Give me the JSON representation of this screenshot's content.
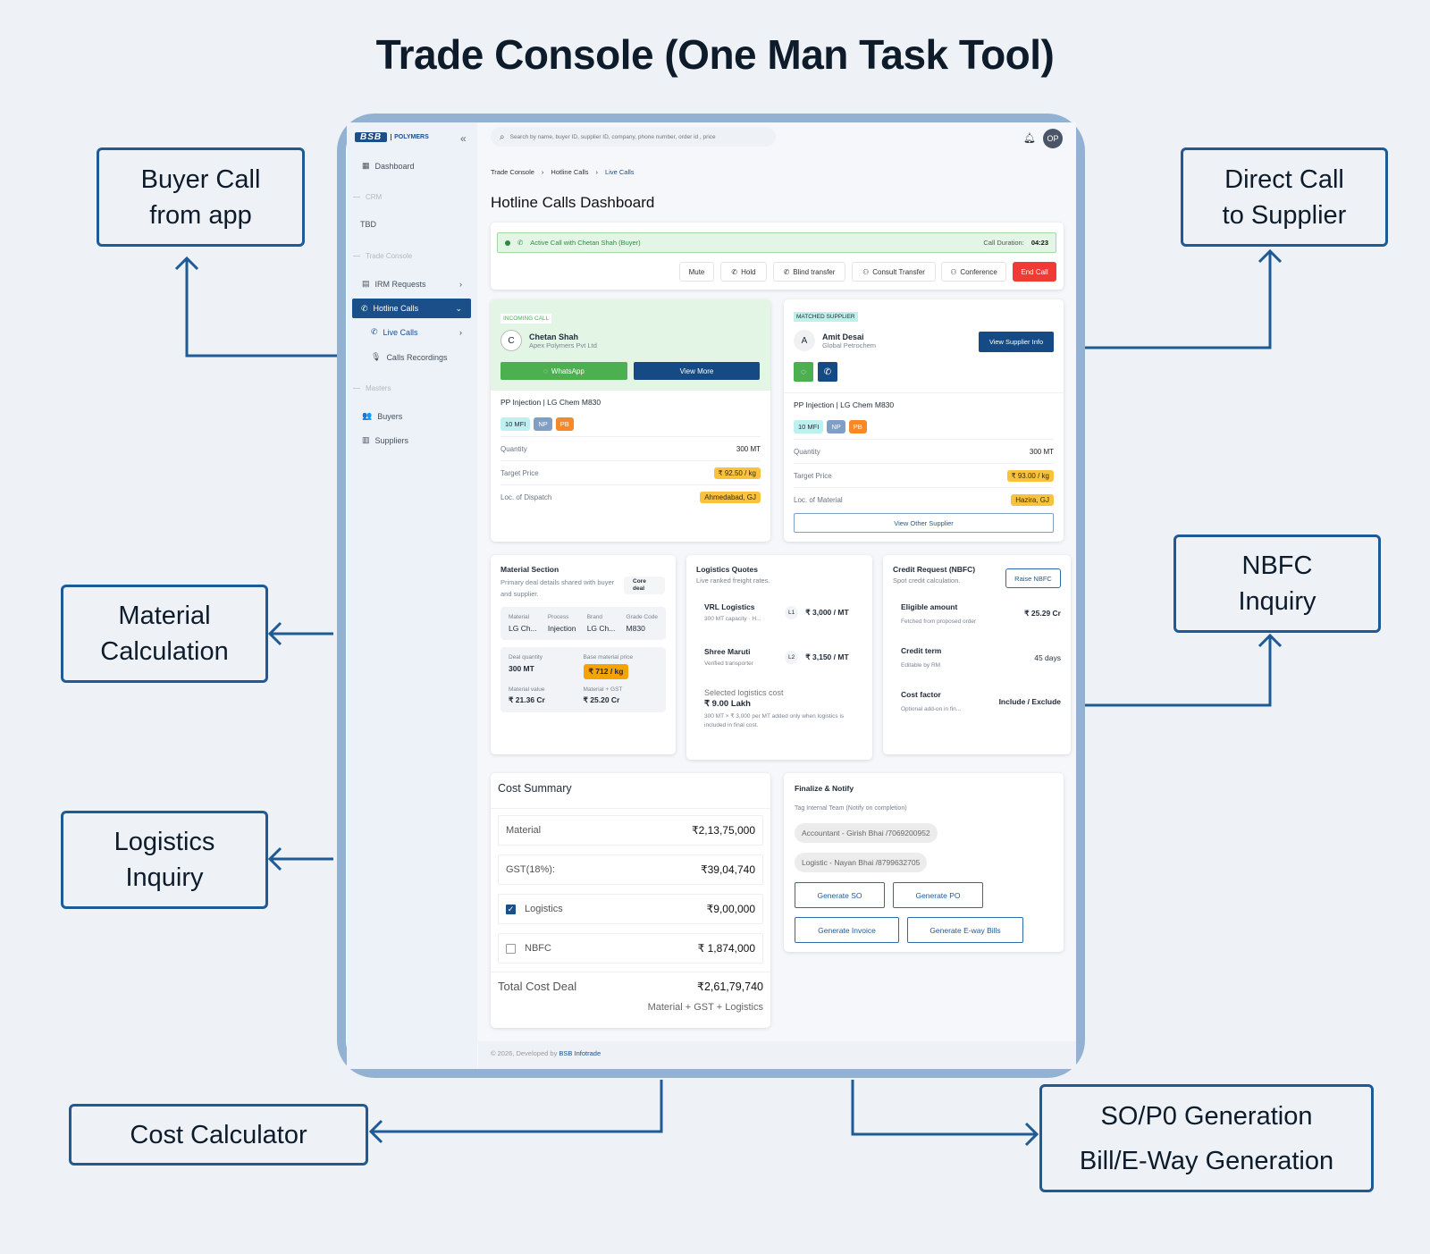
{
  "title": "Trade Console (One Man Task Tool)",
  "annotations": {
    "buyer_call": [
      "Buyer Call",
      "from app"
    ],
    "direct_call": [
      "Direct Call",
      "to Supplier"
    ],
    "material_calc": [
      "Material",
      "Calculation"
    ],
    "nbfc": [
      "NBFC",
      "Inquiry"
    ],
    "logistics": [
      "Logistics",
      "Inquiry"
    ],
    "cost_calc": "Cost Calculator",
    "so_po": [
      "SO/P0 Generation",
      "Bill/E-Way Generation"
    ]
  },
  "colors": {
    "accent": "#1a4f8a",
    "annotation": "#1e5a96",
    "frame": "#93b2d2",
    "success": "#4caf50",
    "danger": "#ef3b33",
    "highlight": "#f9c23c"
  },
  "sidebar": {
    "logo_text": "BSB",
    "logo_sub": "POLYMERS",
    "dashboard": "Dashboard",
    "crm": "CRM",
    "tbd": "TBD",
    "trade_console": "Trade Console",
    "irm": "IRM Requests",
    "hotline": "Hotline Calls",
    "live": "Live Calls",
    "recordings": "Calls Recordings",
    "masters": "Masters",
    "buyers": "Buyers",
    "suppliers": "Suppliers"
  },
  "header": {
    "search_placeholder": "Search by name, buyer ID, supplier ID, company, phone number, order id , price",
    "avatar": "OP"
  },
  "breadcrumb": [
    "Trade Console",
    "Hotline Calls",
    "Live Calls"
  ],
  "page_title": "Hotline Calls Dashboard",
  "call": {
    "status": "Active Call with Chetan Shah (Buyer)",
    "duration_label": "Call Duration:",
    "duration": "04:23",
    "buttons": {
      "mute": "Mute",
      "hold": "Hold",
      "blind": "Blind transfer",
      "consult": "Consult Transfer",
      "conference": "Conference",
      "end": "End Call"
    }
  },
  "buyer": {
    "label": "INCOMING CALL",
    "initial": "C",
    "name": "Chetan  Shah",
    "company": "Apex Polymers Pvt Ltd",
    "whatsapp": "WhatsApp",
    "view_more": "View More",
    "product": "PP Injection | LG Chem M830",
    "tags": [
      "10 MFI",
      "NP",
      "PB"
    ],
    "rows": [
      {
        "label": "Quantity",
        "value": "300 MT"
      },
      {
        "label": "Target Price",
        "value": "₹ 92.50 / kg"
      },
      {
        "label": "Loc. of Dispatch",
        "value": "Ahmedabad, GJ"
      }
    ]
  },
  "supplier": {
    "label": "MATCHED SUPPLIER",
    "initial": "A",
    "name": "Amit Desai",
    "company": "Global Petrochem",
    "view_info": "View Supplier Info",
    "product": "PP Injection | LG Chem M830",
    "tags": [
      "10 MFI",
      "NP",
      "PB"
    ],
    "rows": [
      {
        "label": "Quantity",
        "value": "300 MT"
      },
      {
        "label": "Target Price",
        "value": "₹ 93.00 / kg"
      },
      {
        "label": "Loc. of Material",
        "value": "Hazira, GJ"
      }
    ],
    "view_other": "View Other Supplier"
  },
  "material": {
    "title": "Material Section",
    "desc": "Primary deal details shared with buyer and supplier.",
    "badge": "Core deal",
    "cols": [
      {
        "label": "Material",
        "value": "LG Ch..."
      },
      {
        "label": "Process",
        "value": "Injection"
      },
      {
        "label": "Brand",
        "value": "LG Ch..."
      },
      {
        "label": "Grade Code",
        "value": "M830"
      }
    ],
    "deal_qty_label": "Deal quantity",
    "deal_qty": "300 MT",
    "base_label": "Base material price",
    "base": "₹ 712 / kg",
    "value_label": "Material value",
    "value": "₹ 21.36 Cr",
    "gst_label": "Material + GST",
    "gst": "₹ 25.20 Cr"
  },
  "logistics": {
    "title": "Logistics Quotes",
    "desc": "Live ranked freight rates.",
    "quotes": [
      {
        "name": "VRL Logistics",
        "sub": "300 MT capacity · H...",
        "rank": "L1",
        "price": "₹ 3,000 / MT"
      },
      {
        "name": "Shree Maruti",
        "sub": "Verified transporter",
        "rank": "L2",
        "price": "₹ 3,150 / MT"
      }
    ],
    "selected_label": "Selected logistics cost",
    "selected": "₹ 9.00 Lakh",
    "note": "300 MT × ₹ 3,000 per MT added only when logistics is included in final cost."
  },
  "credit": {
    "title": "Credit Request (NBFC)",
    "desc": "Spot credit calculation.",
    "raise": "Raise NBFC",
    "rows": [
      {
        "label": "Eligible amount",
        "sub": "Fetched from proposed order",
        "value": "₹ 25.29 Cr"
      },
      {
        "label": "Credit term",
        "sub": "Editable by RM",
        "value": "45 days"
      },
      {
        "label": "Cost factor",
        "sub": "Optional add-on in fin...",
        "value": "Include / Exclude"
      }
    ]
  },
  "cost": {
    "title": "Cost Summary",
    "rows": [
      {
        "label": "Material",
        "value": "₹2,13,75,000"
      },
      {
        "label": "GST(18%):",
        "value": "₹39,04,740"
      },
      {
        "label": "Logistics",
        "value": "₹9,00,000",
        "checked": true
      },
      {
        "label": "NBFC",
        "value": "₹ 1,874,000",
        "checked": false
      }
    ],
    "total_label": "Total Cost Deal",
    "total": "₹2,61,79,740",
    "total_sub": "Material + GST + Logistics"
  },
  "finalize": {
    "title": "Finalize & Notify",
    "tag_label": "Tag Internal Team (Notify on completion)",
    "chips": [
      "Accountant - Girish Bhai /7069200952",
      "Logistic - Nayan Bhai /8799632705"
    ],
    "buttons": {
      "so": "Generate SO",
      "po": "Generate PO",
      "invoice": "Generate Invoice",
      "eway": "Generate E-way Bills"
    }
  },
  "footer": {
    "text": "© 2026,  Developed by ",
    "link": "BSB Infotrade"
  }
}
